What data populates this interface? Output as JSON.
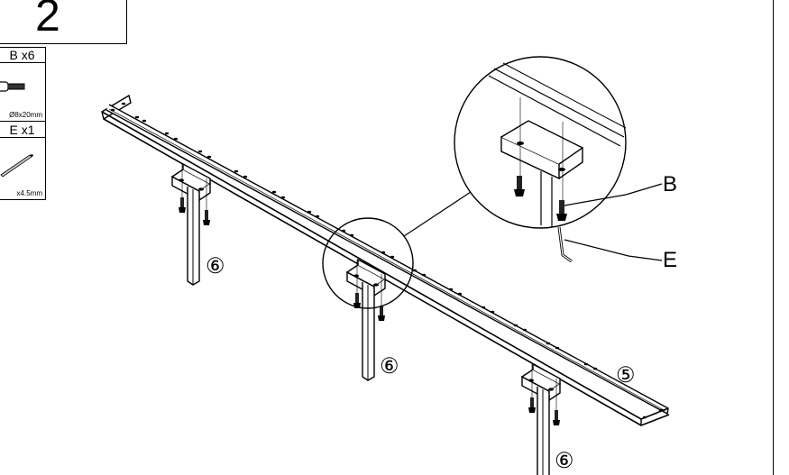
{
  "step": {
    "number": "2"
  },
  "parts_list": [
    {
      "label": "B x6",
      "size": "Ø8x20mm",
      "icon": "bolt-icon"
    },
    {
      "label": "E x1",
      "size": "x4.5mm",
      "icon": "allen-key-icon"
    }
  ],
  "callouts": {
    "bolt": "B",
    "key": "E"
  },
  "part_numbers": {
    "rail": "⑤",
    "leg": "⑥"
  }
}
